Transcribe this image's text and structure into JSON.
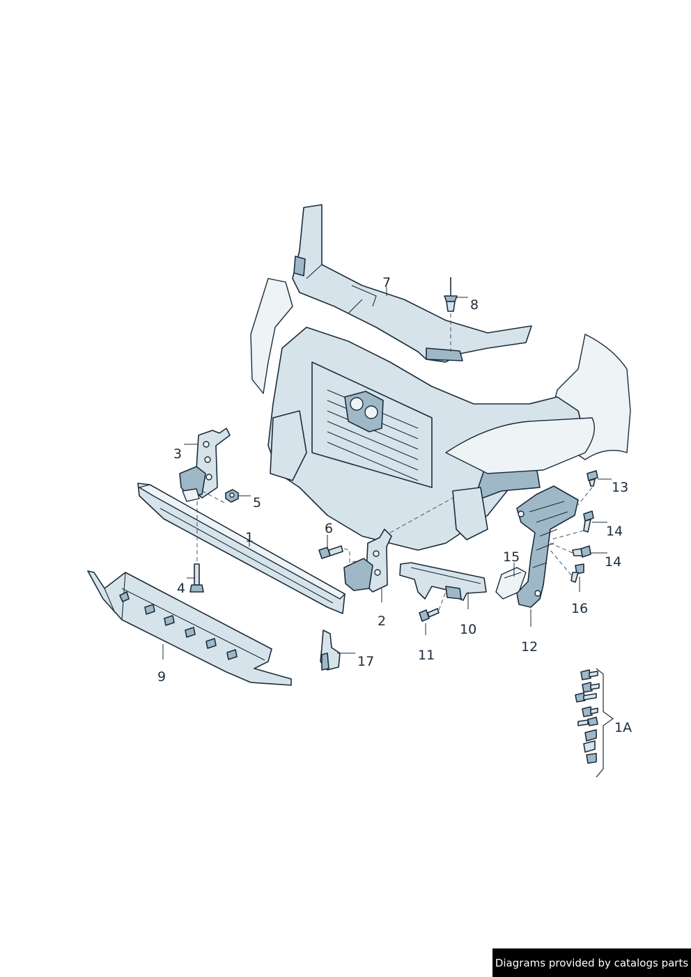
{
  "callouts": {
    "c1": "1",
    "c1a": "1A",
    "c2": "2",
    "c3": "3",
    "c4": "4",
    "c5": "5",
    "c6": "6",
    "c7": "7",
    "c8": "8",
    "c9": "9",
    "c10": "10",
    "c11": "11",
    "c12": "12",
    "c13": "13",
    "c14a": "14",
    "c14b": "14",
    "c15": "15",
    "c16": "16",
    "c17": "17"
  },
  "credit": "Diagrams provided by catalogs parts",
  "colors": {
    "part_fill": "#d7e3ea",
    "part_shade": "#9fb8c7",
    "outline": "#1b2b3a",
    "credit_bg": "#000000",
    "credit_text": "#ffffff"
  }
}
